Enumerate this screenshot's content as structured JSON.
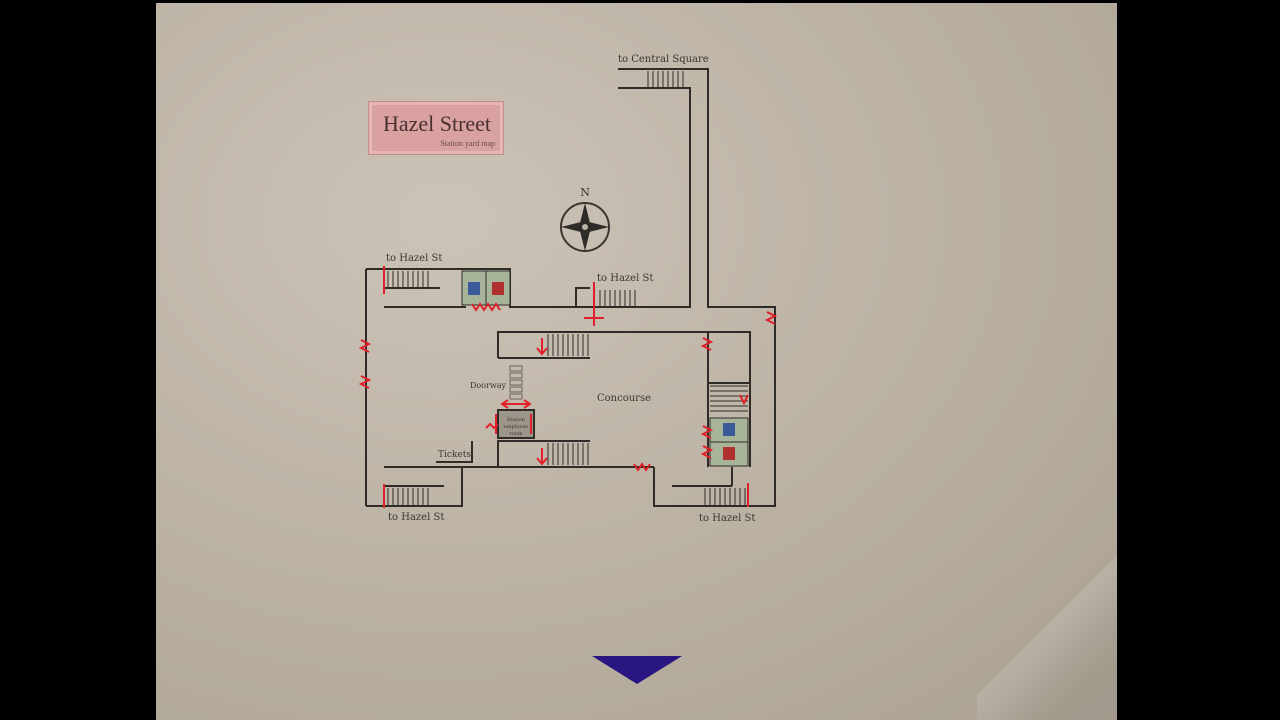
{
  "map": {
    "title": "Hazel Street",
    "subtitle": "Station yard map",
    "compass": "N",
    "labels": {
      "central_square": "to Central Square",
      "hazel_nw": "to Hazel St",
      "hazel_n": "to Hazel St",
      "hazel_sw": "to Hazel St",
      "hazel_se": "to Hazel St",
      "doorway": "Doorway",
      "station_room_1": "Station",
      "station_room_2": "employee",
      "station_room_3": "room",
      "concourse": "Concourse",
      "tickets": "Tickets"
    }
  },
  "nav": {
    "next_arrow": "next-page"
  },
  "colors": {
    "accent": "#2a1680",
    "marks": "#e0202a",
    "ink": "#2e2b28"
  }
}
